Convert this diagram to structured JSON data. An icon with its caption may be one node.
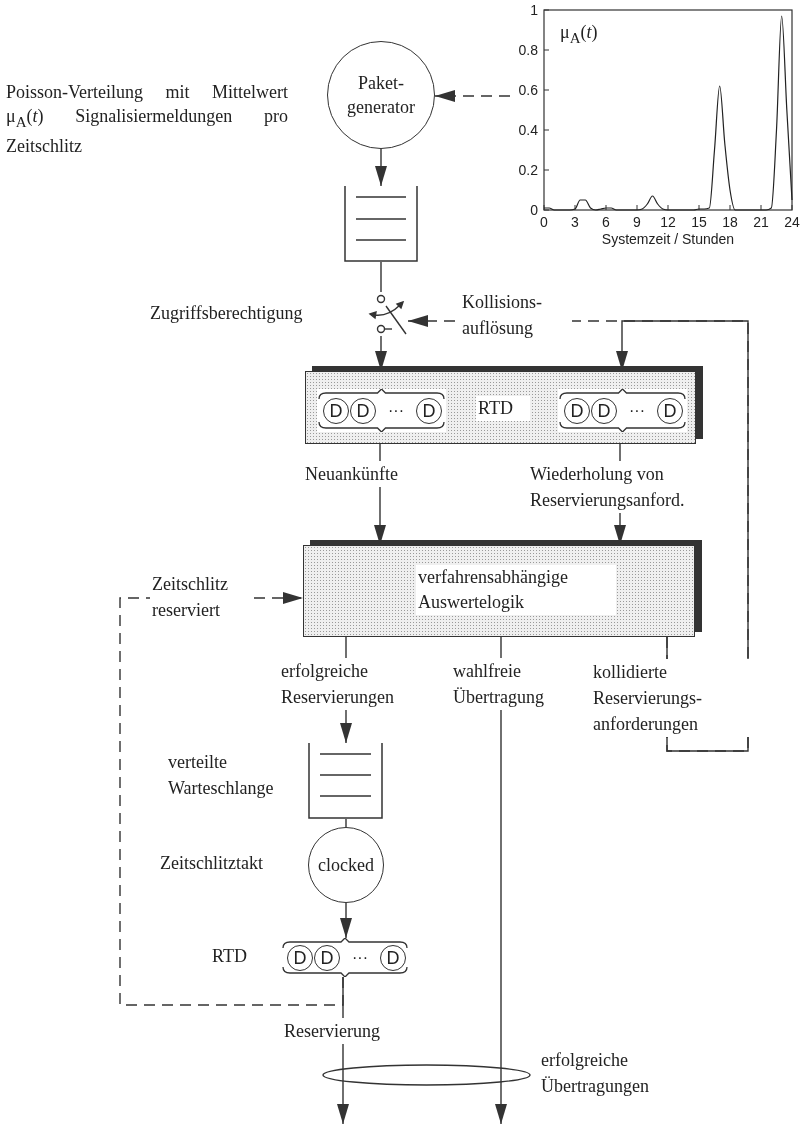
{
  "diagram": {
    "nodes": [
      {
        "text": [
          "Paket- generator"
        ],
        "beside": [
          "Poisson-Verteilung mit Mittelwert μ$_{A}$(*t*) Signalisiermeldungen pro Zeitschlitz"
        ]
      },
      {
        "text": [],
        "shape": "box"
      },
      {
        "text": [],
        "shape": "switch",
        "beside": [
          "Zugriffsberechtigung"
        ]
      },
      {
        "text": [
          "RTD"
        ]
      },
      {
        "text": [
          "D",
          "D",
          "···",
          "D"
        ],
        "in": 3
      },
      {
        "text": [
          "D",
          "D",
          "···",
          "D"
        ],
        "in": 3
      },
      {
        "text": [
          "verfahrensabhängige Auswertelogik"
        ]
      },
      {
        "text": [],
        "shape": "box",
        "beside": [
          "verteilte Warteschlange"
        ]
      },
      {
        "text": [
          "clocked"
        ],
        "beside": [
          "Zeitschlitztakt"
        ]
      },
      {
        "text": [
          "D",
          "D",
          "···",
          "D"
        ],
        "beside": [
          "RTD"
        ]
      },
      {
        "text": [],
        "shape": "ellipse",
        "beside": [
          "erfolgreiche Übertragungen"
        ]
      }
    ],
    "edges": [
      {
        "from": null,
        "to": 0,
        "arrow": "to",
        "style": "dashed"
      },
      {
        "from": 0,
        "to": 1,
        "arrow": "to"
      },
      {
        "from": 1,
        "to": 2,
        "arrow": "none"
      },
      {
        "from": 2,
        "to": 3,
        "arrow": "to"
      },
      {
        "from": 6,
        "to": 3,
        "arrow": "to",
        "label": "kollidierte Reservierungs- anforderungen"
      },
      {
        "from": 6,
        "to": 2,
        "arrow": "to",
        "style": "dashed",
        "label": "Kollisions- auflösung"
      },
      {
        "from": 3,
        "to": 6,
        "arrow": "to",
        "label": "Neuankünfte"
      },
      {
        "from": 3,
        "to": 6,
        "arrow": "to",
        "label": "Wiederholung von Reservierungsanford."
      },
      {
        "from": 6,
        "to": 7,
        "arrow": "to",
        "label": "erfolgreiche Reservierungen"
      },
      {
        "from": 6,
        "to": null,
        "arrow": "to",
        "label": "wahlfreie Übertragung"
      },
      {
        "from": 7,
        "to": 8,
        "arrow": "none"
      },
      {
        "from": 8,
        "to": 9,
        "arrow": "to"
      },
      {
        "from": 9,
        "to": null,
        "arrow": "to",
        "label": "Reservierung"
      },
      {
        "from": 9,
        "to": 6,
        "arrow": "to",
        "style": "dashed",
        "label": "Zeitschlitz reserviert"
      }
    ],
    "chart_data": {
      "type": "line",
      "xlabel": "Systemzeit / Stunden",
      "xlim": [
        0,
        24
      ],
      "ylim": [
        0,
        1
      ],
      "xticks": [
        0,
        3,
        6,
        9,
        12,
        15,
        18,
        21,
        24
      ],
      "yticks": [
        0,
        0.2,
        0.4,
        0.6,
        0.8,
        1
      ],
      "x": [
        0,
        0.5,
        1,
        1.5,
        2,
        2.5,
        3,
        3.5,
        4,
        4.5,
        5,
        5.5,
        6,
        6.5,
        7,
        7.5,
        8,
        8.5,
        9,
        9.5,
        10,
        10.5,
        11,
        11.5,
        12,
        12.5,
        13,
        13.5,
        14,
        14.5,
        15,
        15.5,
        16,
        16.5,
        17,
        17.5,
        18,
        18.5,
        19,
        19.5,
        20,
        20.5,
        21,
        21.5,
        22,
        22.5,
        23,
        23.5,
        24
      ],
      "series": [
        {
          "name": "μ$_{A}$(*t*)",
          "color": "#222222",
          "values": [
            0.01,
            0.01,
            0,
            0,
            0,
            0,
            0.005,
            0.05,
            0.05,
            0.01,
            0,
            0.005,
            0.01,
            0.01,
            0,
            0,
            0,
            0,
            0,
            0.005,
            0.03,
            0.07,
            0.03,
            0.005,
            0,
            0,
            0,
            0,
            0,
            0,
            0.005,
            0.005,
            0.01,
            0.3,
            0.62,
            0.33,
            0.1,
            0,
            0,
            0,
            0,
            0,
            0,
            0,
            0.01,
            0.4,
            0.97,
            0.5,
            0.05
          ]
        }
      ]
    }
  }
}
